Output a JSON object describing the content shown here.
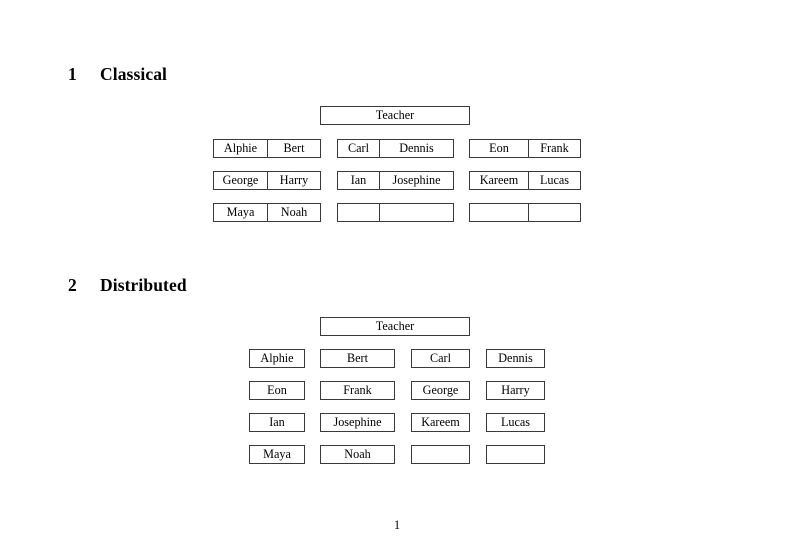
{
  "document": {
    "page_number": "1"
  },
  "sections": [
    {
      "number": "1",
      "title": "Classical",
      "teacher": {
        "label": "Teacher"
      },
      "groups": [
        {
          "name": "left",
          "rows": [
            {
              "cells": [
                {
                  "label": "Alphie"
                },
                {
                  "label": "Bert"
                }
              ]
            },
            {
              "cells": [
                {
                  "label": "George"
                },
                {
                  "label": "Harry"
                }
              ]
            },
            {
              "cells": [
                {
                  "label": "Maya"
                },
                {
                  "label": "Noah"
                }
              ]
            }
          ]
        },
        {
          "name": "middle",
          "rows": [
            {
              "cells": [
                {
                  "label": "Carl"
                },
                {
                  "label": "Dennis"
                }
              ]
            },
            {
              "cells": [
                {
                  "label": "Ian"
                },
                {
                  "label": "Josephine"
                }
              ]
            },
            {
              "cells": [
                {
                  "label": ""
                },
                {
                  "label": ""
                }
              ]
            }
          ]
        },
        {
          "name": "right",
          "rows": [
            {
              "cells": [
                {
                  "label": "Eon"
                },
                {
                  "label": "Frank"
                }
              ]
            },
            {
              "cells": [
                {
                  "label": "Kareem"
                },
                {
                  "label": "Lucas"
                }
              ]
            },
            {
              "cells": [
                {
                  "label": ""
                },
                {
                  "label": ""
                }
              ]
            }
          ]
        }
      ]
    },
    {
      "number": "2",
      "title": "Distributed",
      "teacher": {
        "label": "Teacher"
      },
      "rows": [
        {
          "cells": [
            {
              "label": "Alphie"
            },
            {
              "label": "Bert"
            },
            {
              "label": "Carl"
            },
            {
              "label": "Dennis"
            }
          ]
        },
        {
          "cells": [
            {
              "label": "Eon"
            },
            {
              "label": "Frank"
            },
            {
              "label": "George"
            },
            {
              "label": "Harry"
            }
          ]
        },
        {
          "cells": [
            {
              "label": "Ian"
            },
            {
              "label": "Josephine"
            },
            {
              "label": "Kareem"
            },
            {
              "label": "Lucas"
            }
          ]
        },
        {
          "cells": [
            {
              "label": "Maya"
            },
            {
              "label": "Noah"
            },
            {
              "label": ""
            },
            {
              "label": ""
            }
          ]
        }
      ]
    }
  ]
}
